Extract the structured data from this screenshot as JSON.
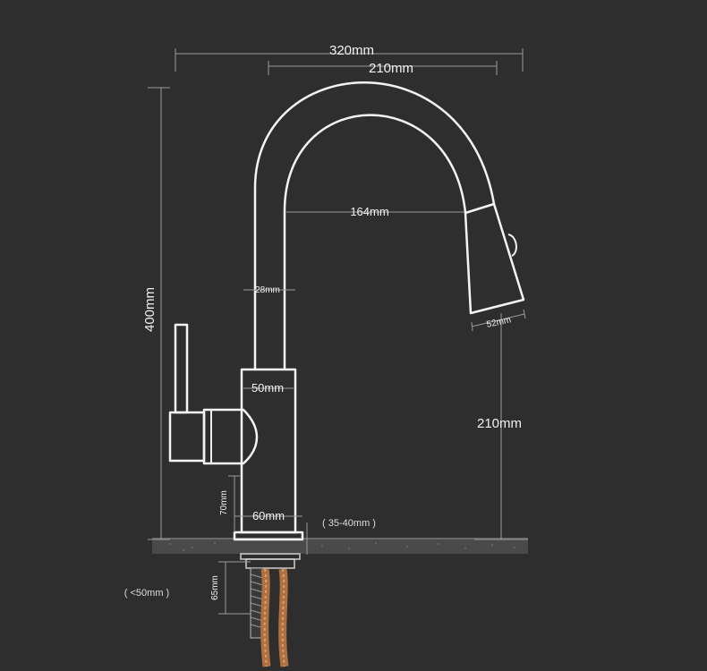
{
  "dimensions": {
    "overall_width": "320mm",
    "reach": "210mm",
    "spout_inner_width": "164mm",
    "height": "400mm",
    "spout_tube": "28mm",
    "spray_head": "52mm",
    "spout_clearance": "210mm",
    "body_width": "50mm",
    "base_height": "70mm",
    "base_width": "60mm",
    "counter_thickness": "( 35-40mm )",
    "shank_length": "65mm",
    "hole_diameter": "( <50mm )"
  },
  "colors": {
    "background": "#2e2e2e",
    "outline": "#f4f4f4",
    "dimension_line": "#9a9a9a",
    "counter_top": "#4a4a4a"
  }
}
